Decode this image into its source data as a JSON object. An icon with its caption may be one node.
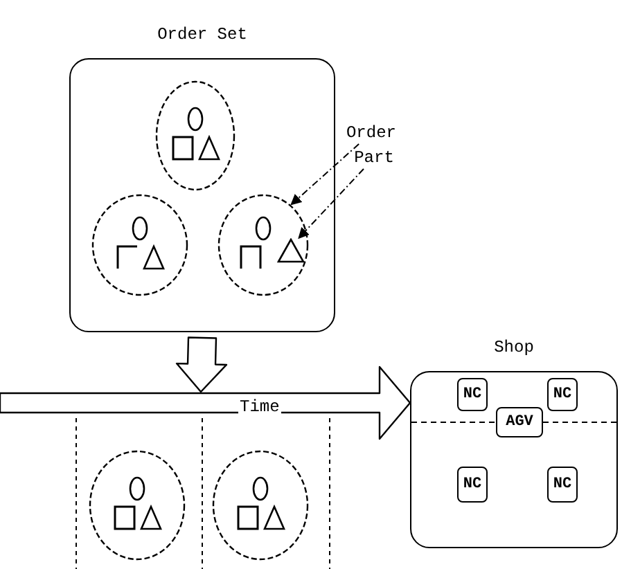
{
  "diagram": {
    "nodes": [
      {
        "text": [
          "Order Set"
        ]
      },
      {
        "text": [],
        "shape": "circle",
        "in": 0
      },
      {
        "text": [],
        "shape": "circle",
        "in": 0
      },
      {
        "text": [],
        "shape": "circle",
        "in": 0
      },
      {
        "text": [
          "Order"
        ]
      },
      {
        "text": [
          "Part"
        ]
      },
      {
        "text": [],
        "shape": "triangle",
        "in": 3
      },
      {
        "text": [],
        "shape": "circle"
      },
      {
        "text": [],
        "shape": "circle"
      },
      {
        "text": [
          "Shop"
        ]
      },
      {
        "text": [
          "NC"
        ],
        "in": 9
      },
      {
        "text": [
          "NC"
        ],
        "in": 9
      },
      {
        "text": [
          "AGV"
        ],
        "in": 9
      },
      {
        "text": [
          "NC"
        ],
        "in": 9
      },
      {
        "text": [
          "NC"
        ],
        "in": 9
      }
    ],
    "edges": [
      {
        "from": 4,
        "to": 3,
        "arrow": "to",
        "style": "dashed"
      },
      {
        "from": 5,
        "to": 6,
        "arrow": "to",
        "style": "dashed"
      },
      {
        "from": 0,
        "to": null,
        "arrow": "to",
        "style": "thick"
      },
      {
        "from": null,
        "to": 9,
        "arrow": "to",
        "label": "Time",
        "style": "thick"
      }
    ]
  }
}
